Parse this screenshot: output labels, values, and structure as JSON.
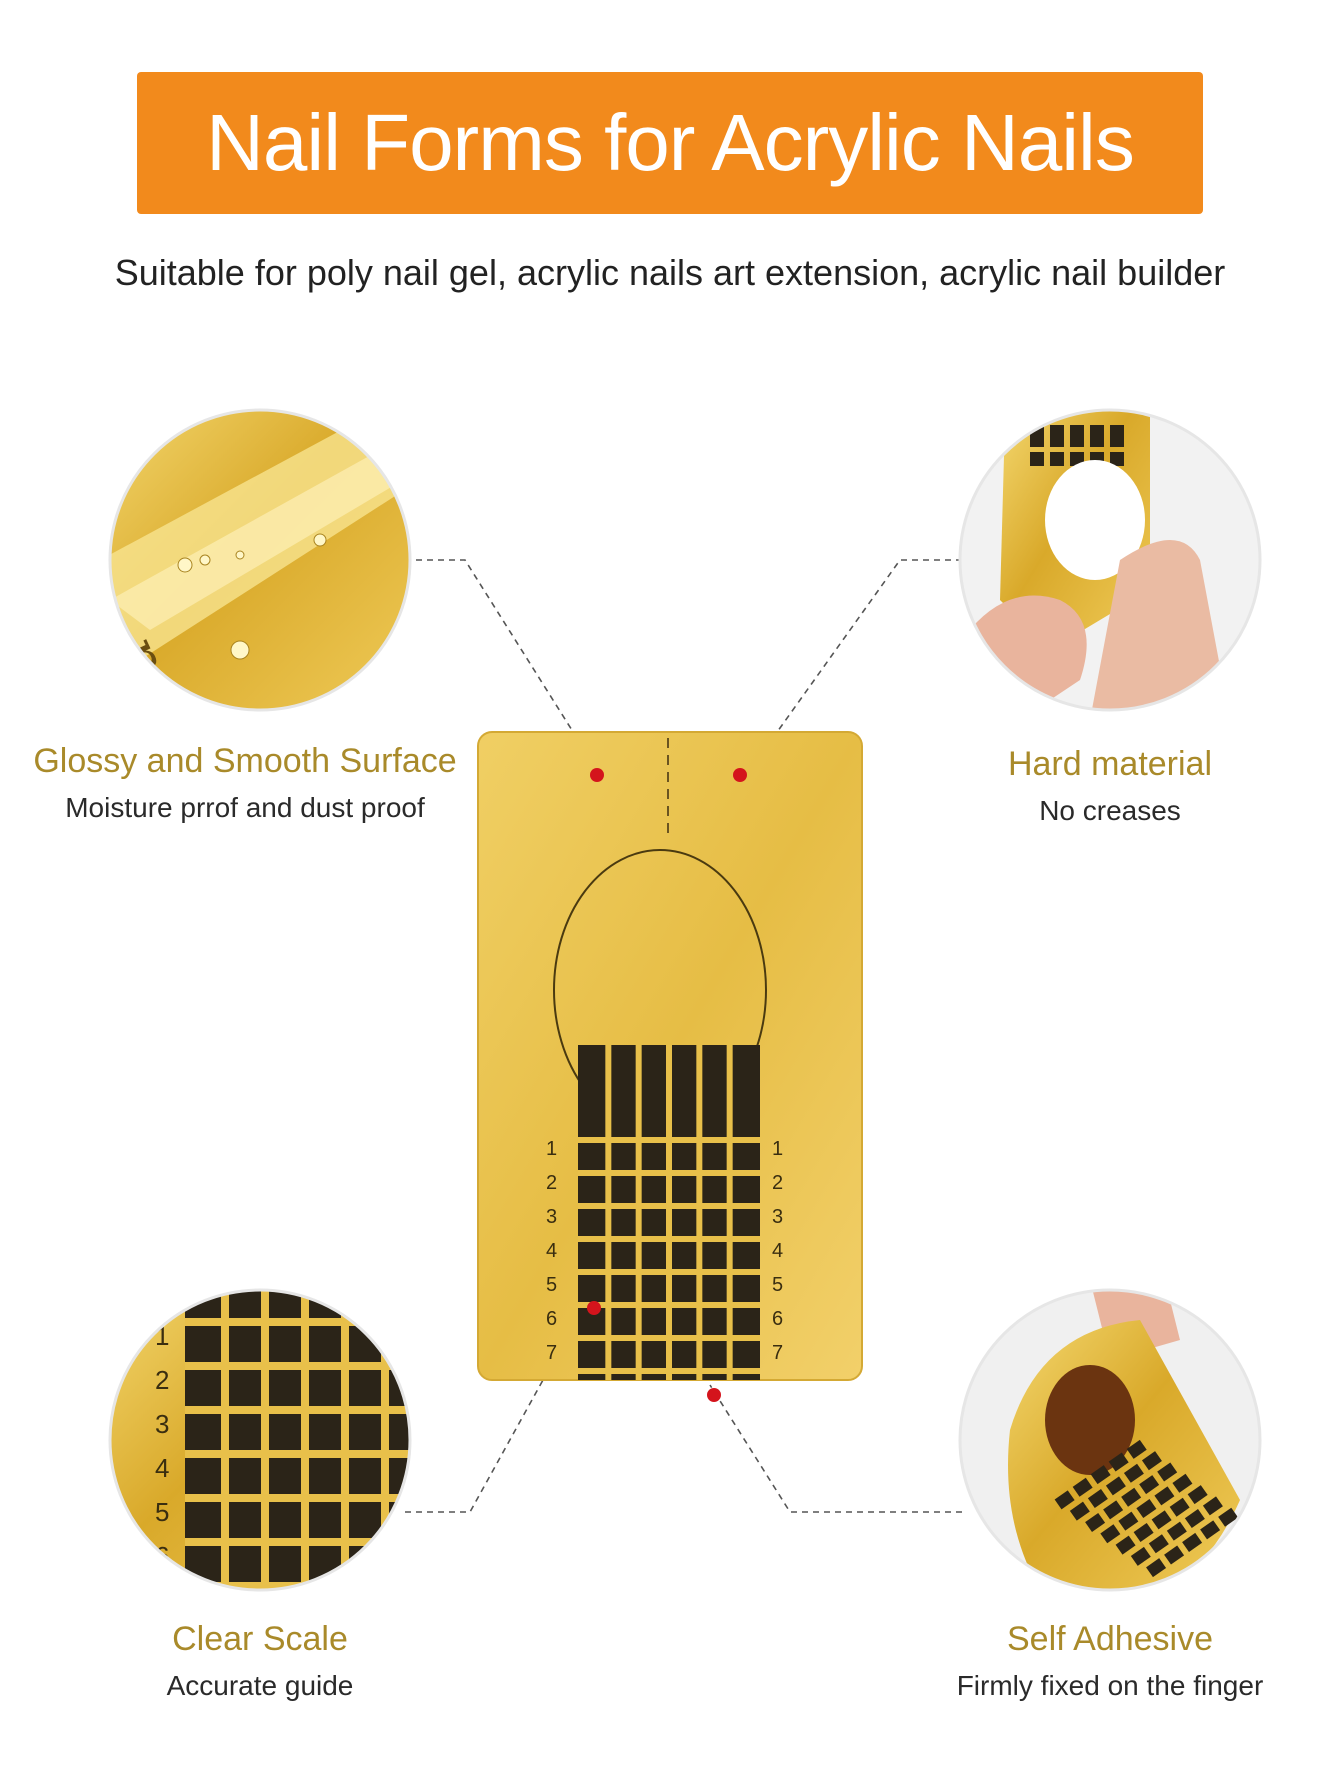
{
  "banner": {
    "title": "Nail Forms for Acrylic Nails"
  },
  "subtitle": "Suitable for poly nail gel, acrylic nails art extension, acrylic nail builder",
  "features": [
    {
      "title": "Glossy and Smooth Surface",
      "desc": "Moisture prrof and dust proof"
    },
    {
      "title": "Hard material",
      "desc": "No creases"
    },
    {
      "title": "Clear Scale",
      "desc": "Accurate guide"
    },
    {
      "title": "Self Adhesive",
      "desc": "Firmly fixed on the finger"
    }
  ],
  "scale_numbers": [
    "1",
    "2",
    "3",
    "4",
    "5",
    "6",
    "7"
  ],
  "colors": {
    "banner": "#f28a1c",
    "gold": "#e8c04a",
    "grid": "#2b2418",
    "marker": "#d4141c",
    "title": "#a98a2a"
  }
}
